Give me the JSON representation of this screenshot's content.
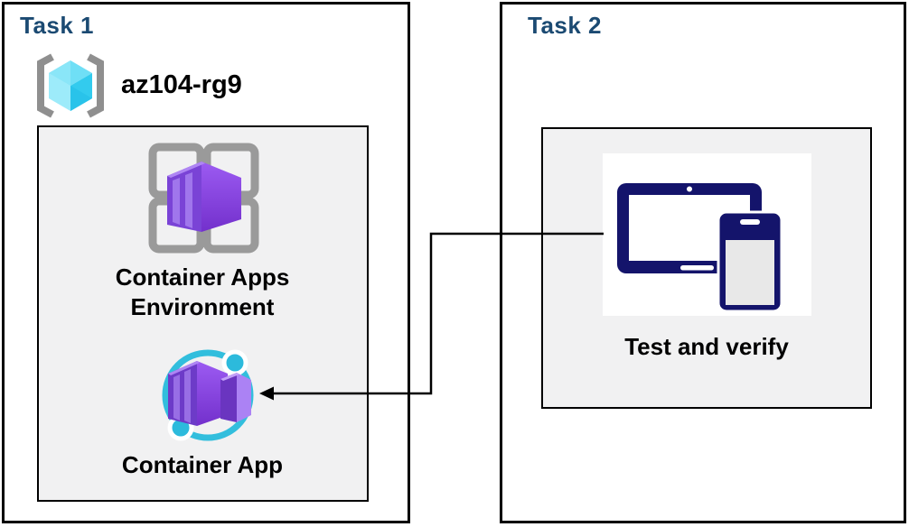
{
  "task1": {
    "title": "Task 1",
    "resource_group_name": "az104-rg9",
    "environment_label": "Container Apps Environment",
    "container_app_label": "Container App"
  },
  "task2": {
    "title": "Task 2",
    "test_label": "Test and verify"
  },
  "icons": {
    "resource_group": "resource-group-icon",
    "environment": "container-apps-environment-icon",
    "container_app": "container-app-icon",
    "devices": "devices-icon",
    "connector": "elbow-arrow-connector"
  },
  "connector": {
    "from": "test-and-verify",
    "to": "container-app",
    "shape": "elbow",
    "arrowhead": "left"
  },
  "colors": {
    "task_title_blue": "#1B4A72",
    "panel_gray": "#F1F1F2",
    "outline_black": "#000000",
    "container_purple": "#7A43D6",
    "container_purple_light": "#A77FF0",
    "ring_cyan": "#32BEDD",
    "device_navy": "#14146B",
    "grid_gray": "#9A9A9A",
    "rg_cube_cyan": "#4ED4F2",
    "bracket_gray": "#8F8F8F"
  }
}
